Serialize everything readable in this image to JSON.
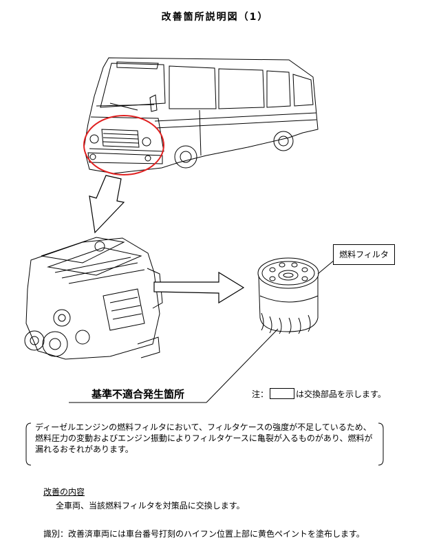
{
  "title": "改善箇所説明図（1）",
  "part_label": "燃料フィルタ",
  "problem_caption": "基準不適合発生箇所",
  "note": {
    "prefix": "注：",
    "suffix": "は交換部品を示します。"
  },
  "description": [
    "ディーゼルエンジンの燃料フィルタにおいて、フィルタケースの強度が不足しているため、",
    "燃料圧力の変動およびエンジン振動によりフィルタケースに亀裂が入るものがあり、燃料が",
    "漏れるおそれがあります。"
  ],
  "improvement": {
    "heading": "改善の内容",
    "body": "全車両、当該燃料フィルタを対策品に交換します。"
  },
  "identification": "識別：改善済車両には車台番号打刻のハイフン位置上部に黄色ペイントを塗布します。",
  "colors": {
    "highlight_circle": "#e02020",
    "line": "#000000"
  }
}
